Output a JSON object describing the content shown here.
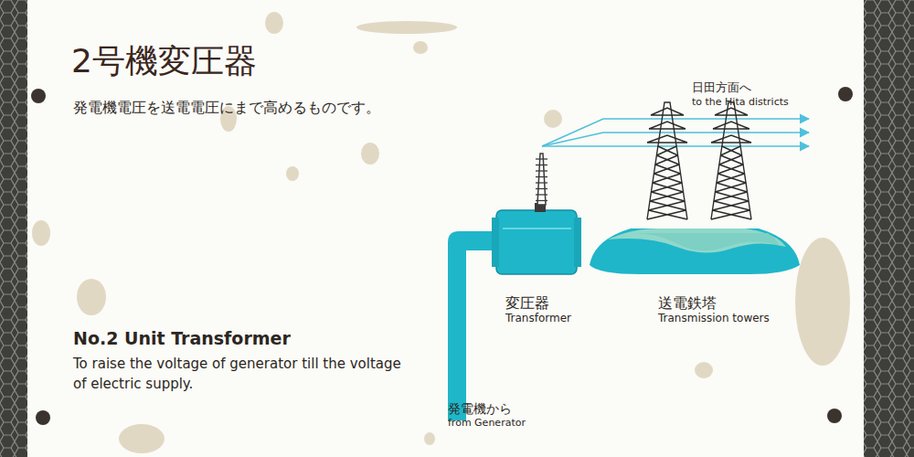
{
  "diagram": {
    "title": "2号機変圧器",
    "nodes": [
      {
        "text": [
          "変圧器",
          "Transformer"
        ]
      },
      {
        "text": [
          "送電鉄塔",
          "Transmission towers"
        ]
      }
    ],
    "labels": [
      "発電機電圧を送電電圧にまで高めるものです。",
      "No.2 Unit Transformer",
      "To raise the voltage of generator till the voltage of electric supply.",
      "日田方面へ",
      "to the Hita districts",
      "発電機から",
      "from Generator"
    ]
  }
}
